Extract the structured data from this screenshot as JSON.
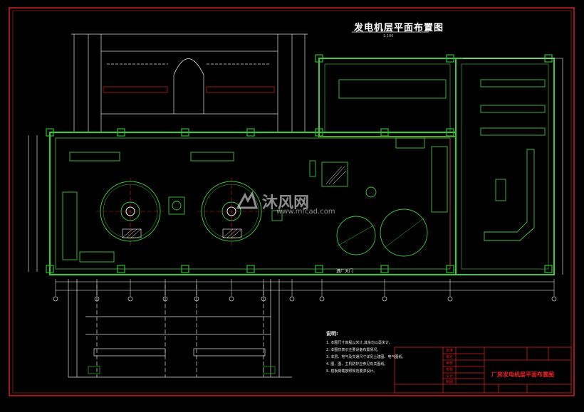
{
  "drawing": {
    "title": "发电机层平面布置图",
    "scale": "1:100",
    "door_label": "进厂大门",
    "colors": {
      "background": "#000000",
      "frame": "#d42020",
      "walls": "#3ec83e",
      "dimension": "#ffffff",
      "column": "#2fbf2f"
    }
  },
  "notes": {
    "heading": "说明:",
    "items": [
      "1. 本图尺寸高程以米计,其余均以毫米计。",
      "2. 本图仅表示主要设备布置情况。",
      "3. 本层、地气及交通尺寸详见土建图、电气图纸。",
      "4. 图、图、主机防护应参见有关图纸。",
      "5. 楼板荷载按照规范要求设计。"
    ]
  },
  "title_block": {
    "drawing_name": "厂房发电机层平面布置图",
    "rows": [
      "批准",
      "审定",
      "审核",
      "校核",
      "设计",
      "制图"
    ]
  },
  "watermark": {
    "name": "沐风网",
    "url": "www.mfcad.com"
  }
}
